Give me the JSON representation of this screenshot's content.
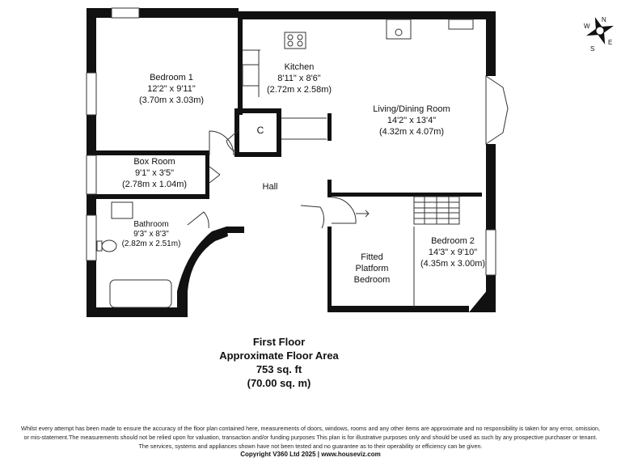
{
  "rooms": {
    "bedroom1": {
      "name": "Bedroom 1",
      "imperial": "12'2\" x 9'11\"",
      "metric": "(3.70m x 3.03m)"
    },
    "kitchen": {
      "name": "Kitchen",
      "imperial": "8'11\" x 8'6\"",
      "metric": "(2.72m x 2.58m)"
    },
    "living": {
      "name": "Living/Dining Room",
      "imperial": "14'2\" x 13'4\"",
      "metric": "(4.32m x 4.07m)"
    },
    "cupboard": {
      "name": "C"
    },
    "boxroom": {
      "name": "Box Room",
      "imperial": "9'1\" x 3'5\"",
      "metric": "(2.78m x 1.04m)"
    },
    "hall": {
      "name": "Hall"
    },
    "bathroom": {
      "name": "Bathroom",
      "imperial": "9'3\" x 8'3\"",
      "metric": "(2.82m x 2.51m)"
    },
    "fitted": {
      "line1": "Fitted",
      "line2": "Platform",
      "line3": "Bedroom"
    },
    "bedroom2": {
      "name": "Bedroom 2",
      "imperial": "14'3\" x 9'10\"",
      "metric": "(4.35m x 3.00m)"
    }
  },
  "summary": {
    "floor": "First Floor",
    "area_title": "Approximate Floor Area",
    "area_sqft": "753 sq. ft",
    "area_sqm": "(70.00 sq. m)"
  },
  "compass": {
    "north": "N",
    "east": "E",
    "south": "S",
    "west": "W"
  },
  "disclaimer": {
    "line1": "Whilst every attempt has been made to ensure the accuracy of the floor plan contained here, measurements of doors, windows, rooms and any other items are approximate and no responsibility is taken for any error, omission,",
    "line2": "or mis-statement.The measurements should not be relied upon for valuation, transaction and/or funding purposes This plan is for illustrative purposes only and should be used as such by any prospective purchaser or tenant.",
    "line3": "The services, systems and appliances shown have not been tested and no guarantee as to their operability or efficiency can be given."
  },
  "copyright": "Copyright V360 Ltd 2025 | www.houseviz.com"
}
